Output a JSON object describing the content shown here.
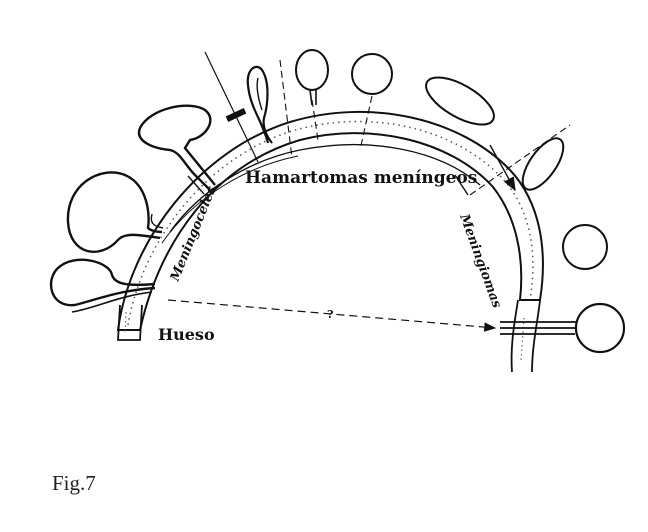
{
  "figure": {
    "label_center": "Hamartomas meníngeos",
    "label_left_arc": "Meningoceles",
    "label_right_arc": "Meningiomas",
    "label_bone": "Hueso",
    "label_question": "?",
    "caption": "Fig.7"
  }
}
